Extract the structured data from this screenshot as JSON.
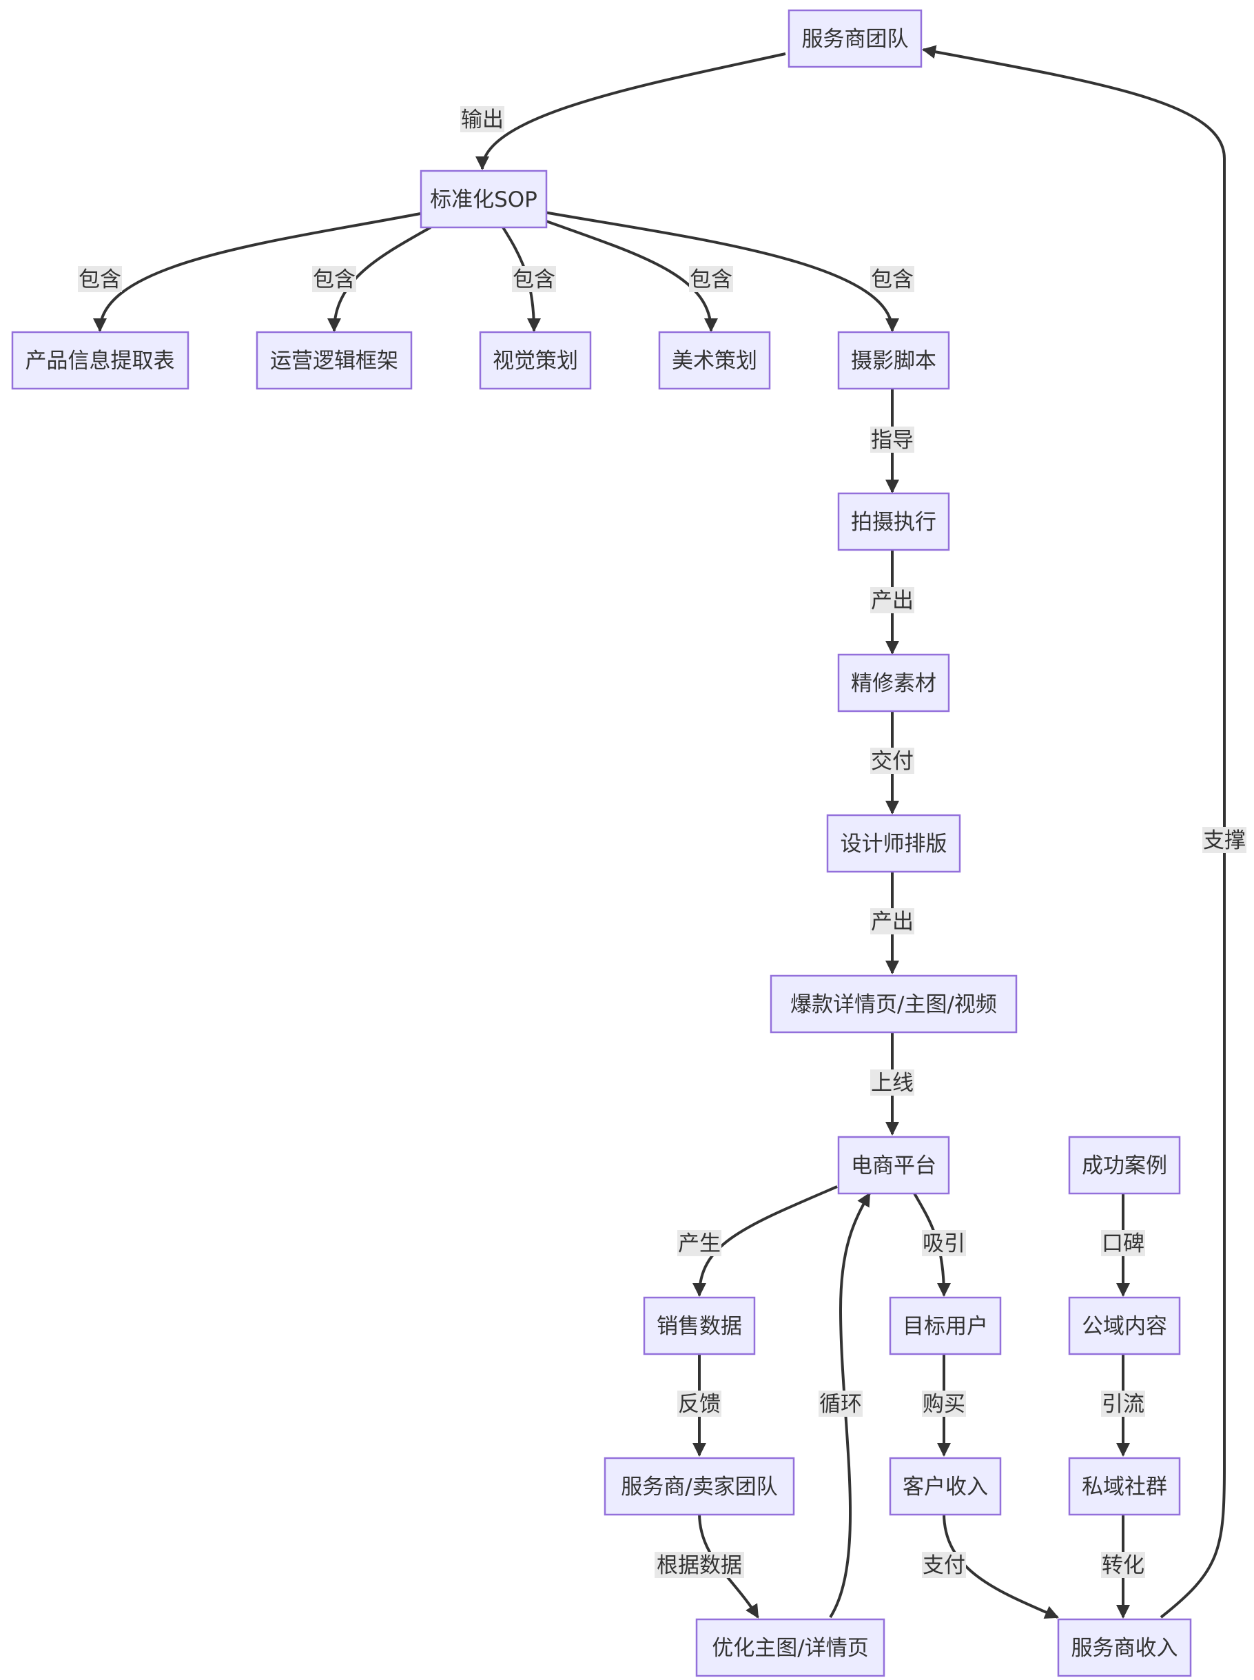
{
  "nodes": {
    "team": "服务商团队",
    "sop": "标准化SOP",
    "product_info": "产品信息提取表",
    "ops_logic": "运营逻辑框架",
    "visual_plan": "视觉策划",
    "art_plan": "美术策划",
    "photo_script": "摄影脚本",
    "shooting": "拍摄执行",
    "retouch": "精修素材",
    "designer": "设计师排版",
    "hit_pages": "爆款详情页/主图/视频",
    "ecommerce": "电商平台",
    "success_cases": "成功案例",
    "sales_data": "销售数据",
    "target_users": "目标用户",
    "public_content": "公域内容",
    "seller_team": "服务商/卖家团队",
    "customer_revenue": "客户收入",
    "private_group": "私域社群",
    "optimize": "优化主图/详情页",
    "provider_revenue": "服务商收入"
  },
  "edges": {
    "output": "输出",
    "contains1": "包含",
    "contains2": "包含",
    "contains3": "包含",
    "contains4": "包含",
    "contains5": "包含",
    "guide": "指导",
    "produce1": "产出",
    "deliver": "交付",
    "produce2": "产出",
    "launch": "上线",
    "generate": "产生",
    "attract": "吸引",
    "word_of_mouth": "口碑",
    "feedback": "反馈",
    "buy": "购买",
    "drive_traffic": "引流",
    "by_data": "根据数据",
    "loop": "循环",
    "pay": "支付",
    "convert": "转化",
    "support": "支撑"
  }
}
